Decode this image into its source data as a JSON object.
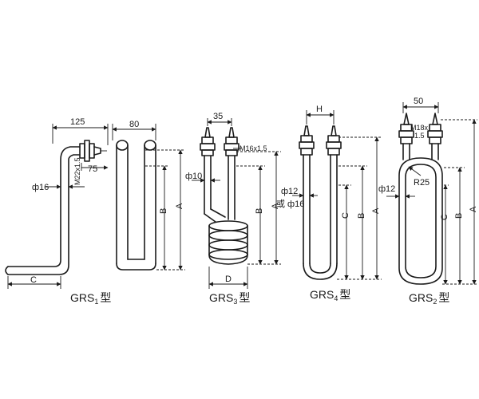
{
  "grs1": {
    "name": "GRS",
    "sub": "1",
    "suffix": "型",
    "dim_125": "125",
    "dim_80": "80",
    "dim_75": "75",
    "dim_thread": "M22x1.5",
    "dim_phi16": "ф16",
    "dim_c": "C",
    "dim_b": "B",
    "dim_a": "A"
  },
  "grs3": {
    "name": "GRS",
    "sub": "3",
    "suffix": "型",
    "dim_35": "35",
    "dim_thread": "M16x1.5",
    "dim_phi10": "ф10",
    "dim_b": "B",
    "dim_a": "A",
    "dim_d": "D"
  },
  "grs4": {
    "name": "GRS",
    "sub": "4",
    "suffix": "型",
    "dim_h": "H",
    "dim_phi12": "ф12",
    "dim_or_phi16": "或 ф16",
    "dim_c": "C",
    "dim_b": "B",
    "dim_a": "A"
  },
  "grs2": {
    "name": "GRS",
    "sub": "2",
    "suffix": "型",
    "dim_50": "50",
    "dim_thread_1": "M18x",
    "dim_thread_2": "1.5",
    "dim_phi12": "ф12",
    "dim_r25": "R25",
    "dim_c": "C",
    "dim_b": "B",
    "dim_a": "A"
  }
}
